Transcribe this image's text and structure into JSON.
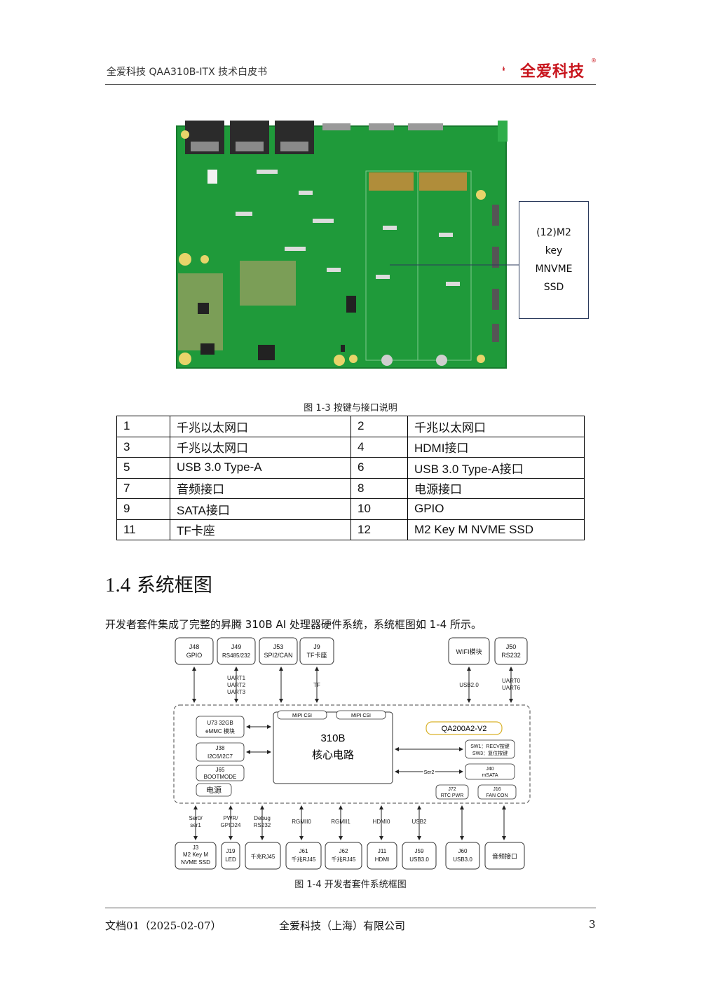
{
  "header": {
    "title": "全爱科技  QAA310B-ITX  技术白皮书",
    "logo_text": "全爱科技",
    "logo_reg": "®"
  },
  "figure13": {
    "callout_lines": [
      "(12)M2",
      "key",
      "MNVME",
      "SSD"
    ],
    "caption": "图  1-3  按键与接口说明"
  },
  "table": {
    "rows": [
      {
        "n1": "1",
        "l1": "千兆以太网口",
        "n2": "2",
        "l2": "千兆以太网口"
      },
      {
        "n1": "3",
        "l1": "千兆以太网口",
        "n2": "4",
        "l2": "HDMI接口"
      },
      {
        "n1": "5",
        "l1": "USB 3.0 Type-A",
        "n2": "6",
        "l2": "USB 3.0 Type-A接口"
      },
      {
        "n1": "7",
        "l1": "音频接口",
        "n2": "8",
        "l2": "电源接口"
      },
      {
        "n1": "9",
        "l1": "SATA接口",
        "n2": "10",
        "l2": "GPIO"
      },
      {
        "n1": "11",
        "l1": "TF卡座",
        "n2": "12",
        "l2": "M2 Key M NVME SSD"
      }
    ]
  },
  "section": {
    "number": "1.4",
    "title": "系统框图",
    "paragraph": "开发者套件集成了完整的昇腾 310B AI 处理器硬件系统，系统框图如 1-4 所示。"
  },
  "diagram": {
    "top_boxes": [
      {
        "l1": "J48",
        "l2": "GPIO"
      },
      {
        "l1": "J49",
        "l2": "RS485/232"
      },
      {
        "l1": "J53",
        "l2": "SPI2/CAN"
      },
      {
        "l1": "J9",
        "l2": "TF卡座"
      },
      {
        "l1": "WIFI模块",
        "l2": ""
      },
      {
        "l1": "J50",
        "l2": "RS232"
      }
    ],
    "top_labels": [
      "UART1",
      "UART2",
      "UART3",
      "TF",
      "USB2.0",
      "UART0",
      "UART6"
    ],
    "core_title": "310B",
    "core_sub": "核心电路",
    "mipi": [
      "MIPI CSI",
      "MIPI CSI"
    ],
    "module_name": "QA200A2-V2",
    "left_boxes": [
      {
        "l1": "U73   32GB",
        "l2": "eMMC  模块"
      },
      {
        "l1": "J38",
        "l2": "I2C6/I2C7"
      },
      {
        "l1": "J65",
        "l2": "BOOTMODE"
      },
      {
        "l1": "电源",
        "l2": ""
      }
    ],
    "right_boxes": [
      {
        "l1": "SW1：RECV按键",
        "l2": "SW3：复位按键"
      },
      {
        "l1": "J40",
        "l2": "mSATA"
      },
      {
        "l1": "J72",
        "l2": "RTC PWR"
      },
      {
        "l1": "J16",
        "l2": "FAN CON"
      }
    ],
    "ser2": "Ser2",
    "bottom_labels": [
      {
        "l1": "Ser0/",
        "l2": "ser1"
      },
      {
        "l1": "PWR/",
        "l2": "GPIO24"
      },
      {
        "l1": "Debug",
        "l2": "RS232"
      },
      {
        "l1": "RGMII0",
        "l2": ""
      },
      {
        "l1": "RGMII1",
        "l2": ""
      },
      {
        "l1": "HDMI0",
        "l2": ""
      },
      {
        "l1": "USB2",
        "l2": ""
      }
    ],
    "bottom_boxes": [
      {
        "l1": "J3",
        "l2": "M2 Key M",
        "l3": "NVME SSD"
      },
      {
        "l1": "J19",
        "l2": "LED",
        "l3": ""
      },
      {
        "l1": "千兆RJ45",
        "l2": "",
        "l3": ""
      },
      {
        "l1": "J61",
        "l2": "千兆RJ45",
        "l3": ""
      },
      {
        "l1": "J62",
        "l2": "千兆RJ45",
        "l3": ""
      },
      {
        "l1": "J11",
        "l2": "HDMI",
        "l3": ""
      },
      {
        "l1": "J59",
        "l2": "USB3.0",
        "l3": ""
      },
      {
        "l1": "J60",
        "l2": "USB3.0",
        "l3": ""
      },
      {
        "l1": "音频接口",
        "l2": "",
        "l3": ""
      }
    ],
    "caption": "图 1-4 开发者套件系统框图"
  },
  "footer": {
    "left": "文档01（2025-02-07）",
    "mid": "全爱科技（上海）有限公司",
    "page": "3"
  },
  "colors": {
    "pcb_green": "#1f9a3a",
    "logo_red": "#c8151d",
    "module_border": "#d9b22a"
  }
}
